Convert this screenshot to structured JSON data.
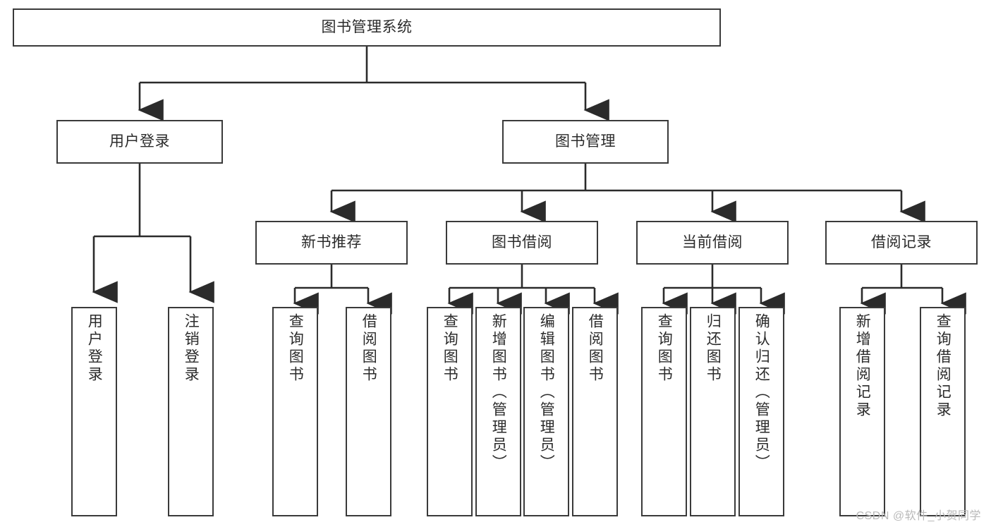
{
  "diagram": {
    "title": "图书管理系统",
    "type": "tree-hierarchy-chart",
    "root": {
      "label": "图书管理系统"
    },
    "level2": [
      {
        "label": "用户登录"
      },
      {
        "label": "图书管理"
      }
    ],
    "level3": [
      {
        "label": "新书推荐"
      },
      {
        "label": "图书借阅"
      },
      {
        "label": "当前借阅"
      },
      {
        "label": "借阅记录"
      }
    ],
    "leaves": {
      "user_login": [
        {
          "label": "用户登录"
        },
        {
          "label": "注销登录"
        }
      ],
      "new_book_recommend": [
        {
          "label": "查询图书"
        },
        {
          "label": "借阅图书"
        }
      ],
      "book_borrow": [
        {
          "label": "查询图书"
        },
        {
          "label": "新增图书（管理员）"
        },
        {
          "label": "编辑图书（管理员）"
        },
        {
          "label": "借阅图书"
        }
      ],
      "current_borrow": [
        {
          "label": "查询图书"
        },
        {
          "label": "归还图书"
        },
        {
          "label": "确认归还（管理员）"
        }
      ],
      "borrow_record": [
        {
          "label": "新增借阅记录"
        },
        {
          "label": "查询借阅记录"
        }
      ]
    },
    "watermark": "CSDN @软件_小贺同学",
    "colors": {
      "border": "#3a3a3a",
      "text": "#2b2b2b",
      "background": "#ffffff",
      "watermark": "#b9b9b9"
    }
  }
}
